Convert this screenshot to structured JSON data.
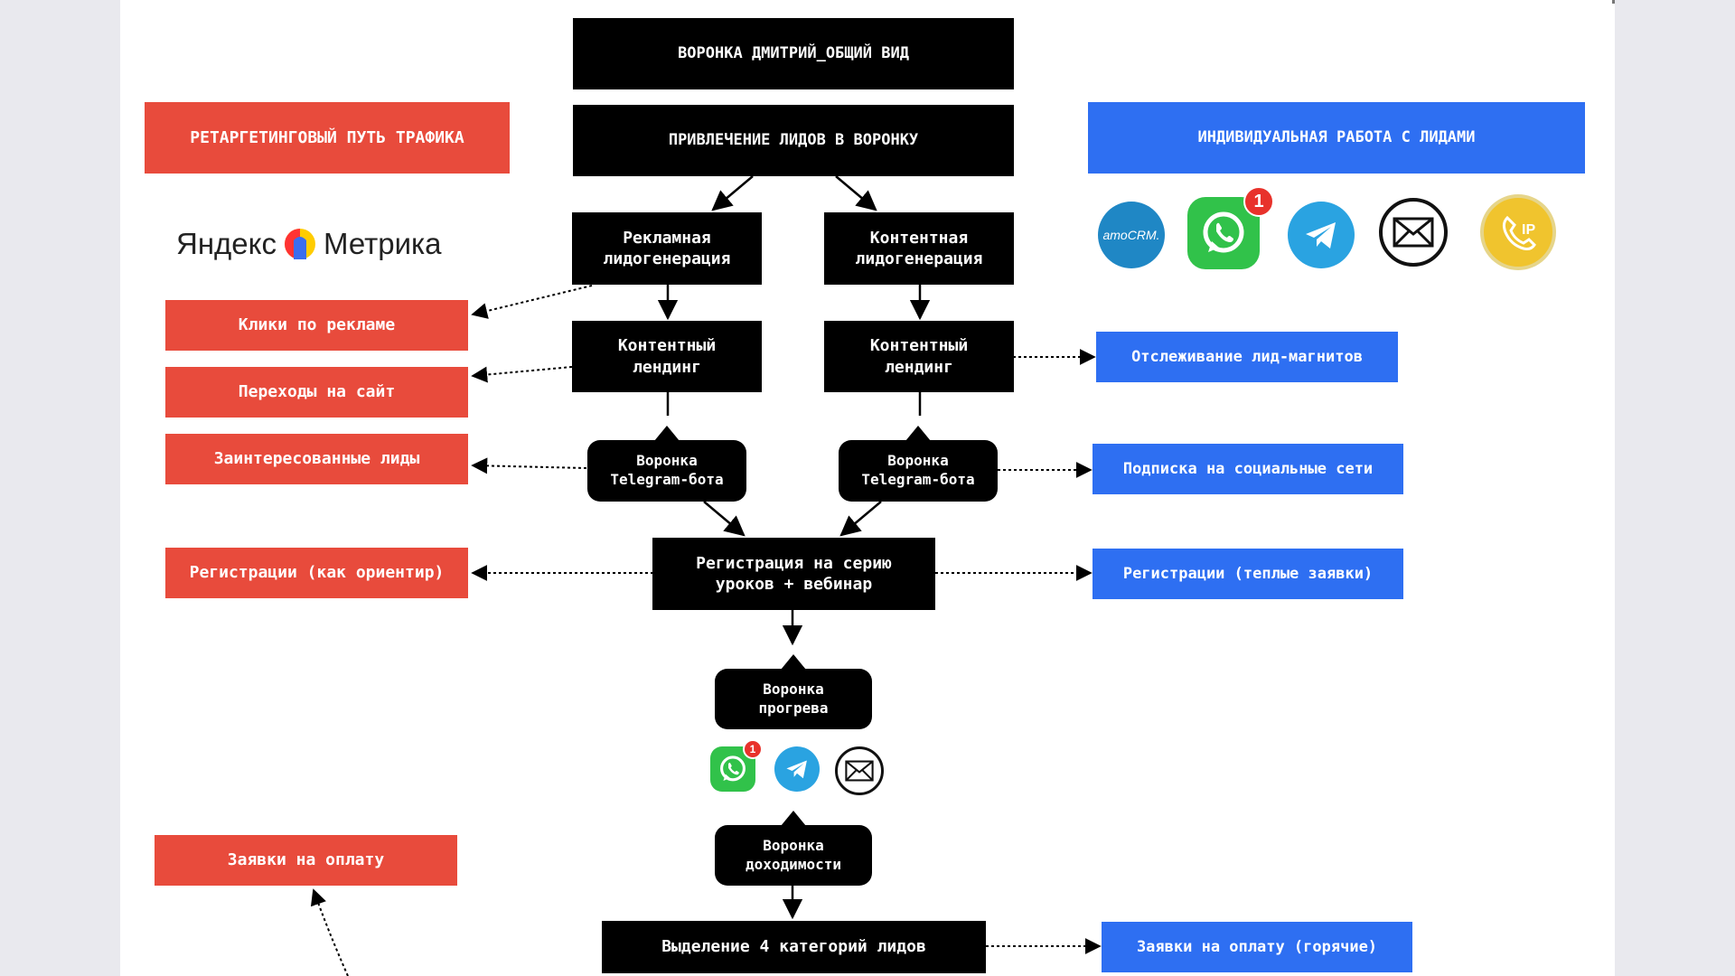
{
  "diagram": {
    "title": "ВОРОНКА ДМИТРИЙ_ОБЩИЙ ВИД",
    "attract": "ПРИВЛЕЧЕНИЕ ЛИДОВ В ВОРОНКУ",
    "retarget_header": "РЕТАРГЕТИНГОВЫЙ ПУТЬ ТРАФИКА",
    "individual_header": "ИНДИВИДУАЛЬНАЯ РАБОТА С ЛИДАМИ",
    "ad_leadgen": "Рекламная\nлидогенерация",
    "content_leadgen": "Контентная\nлидогенерация",
    "landing_left": "Контентный\nлендинг",
    "landing_right": "Контентный\nлендинг",
    "tg_funnel_left": "Воронка\nTelegram-бота",
    "tg_funnel_right": "Воронка\nTelegram-бота",
    "registration": "Регистрация на серию\nуроков + вебинар",
    "warmup": "Воронка\nпрогрева",
    "reach": "Воронка\nдоходимости",
    "categories": "Выделение 4 категорий лидов",
    "red_metrics": [
      "Клики по рекламе",
      "Переходы на сайт",
      "Заинтересованные лиды",
      "Регистрации (как ориентир)",
      "Заявки на оплату"
    ],
    "blue_metrics": [
      "Отслеживание лид-магнитов",
      "Подписка на социальные сети",
      "Регистрации (теплые заявки)",
      "Заявки на оплату (горячие)"
    ]
  },
  "logo": {
    "left": "Яндекс",
    "right": "Метрика"
  },
  "icons": {
    "amocrm_label": "amoCRM.",
    "whatsapp_badge": "1",
    "whatsapp_small_badge": "1",
    "ip_label": "IP"
  },
  "colors": {
    "red": "#e84b3c",
    "blue": "#2e6ff2",
    "dark": "#000000",
    "whatsapp": "#31c24a",
    "telegram": "#2aa3e1",
    "amocrm": "#1f87c5",
    "ip_phone": "#f0c42e"
  }
}
